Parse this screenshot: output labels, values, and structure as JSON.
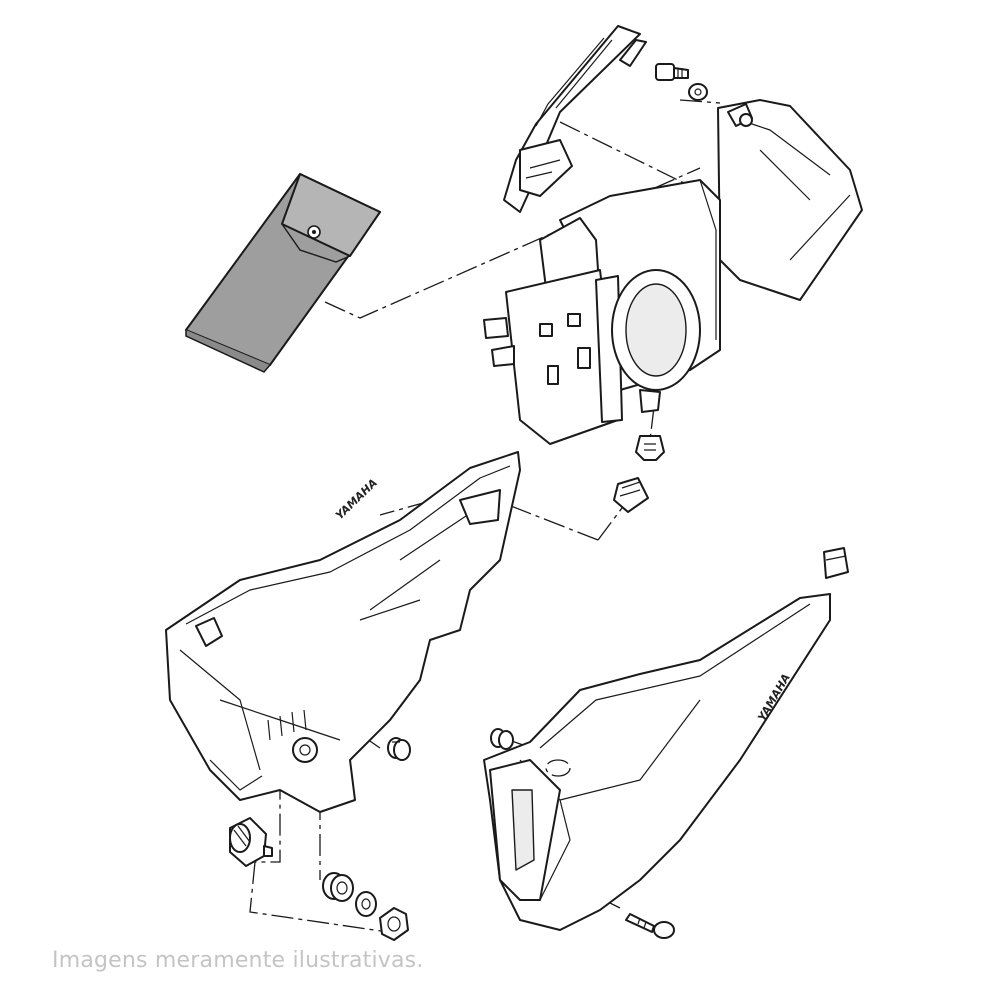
{
  "caption": "Imagens meramente ilustrativas.",
  "emblems": {
    "left_side_cover": "YAMAHA",
    "right_side_cover": "YAMAHA"
  },
  "colors": {
    "line": "#1a1a1a",
    "tool_pouch_fill": "#9e9e9e",
    "caption_text": "#c4c4c4",
    "background": "#ffffff"
  }
}
